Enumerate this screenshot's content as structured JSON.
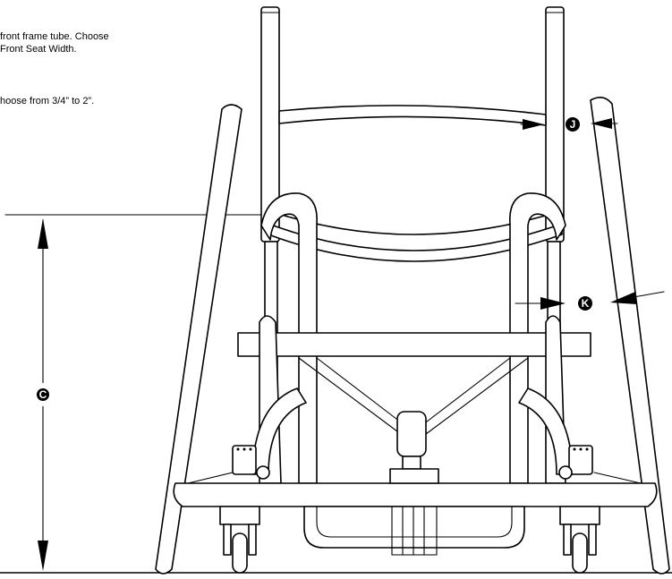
{
  "notes": {
    "line1": "front frame tube. Choose",
    "line2": "Front Seat Width.",
    "line3": "hoose from 3/4” to 2”."
  },
  "markers": {
    "c": "C",
    "j": "J",
    "k": "K"
  }
}
